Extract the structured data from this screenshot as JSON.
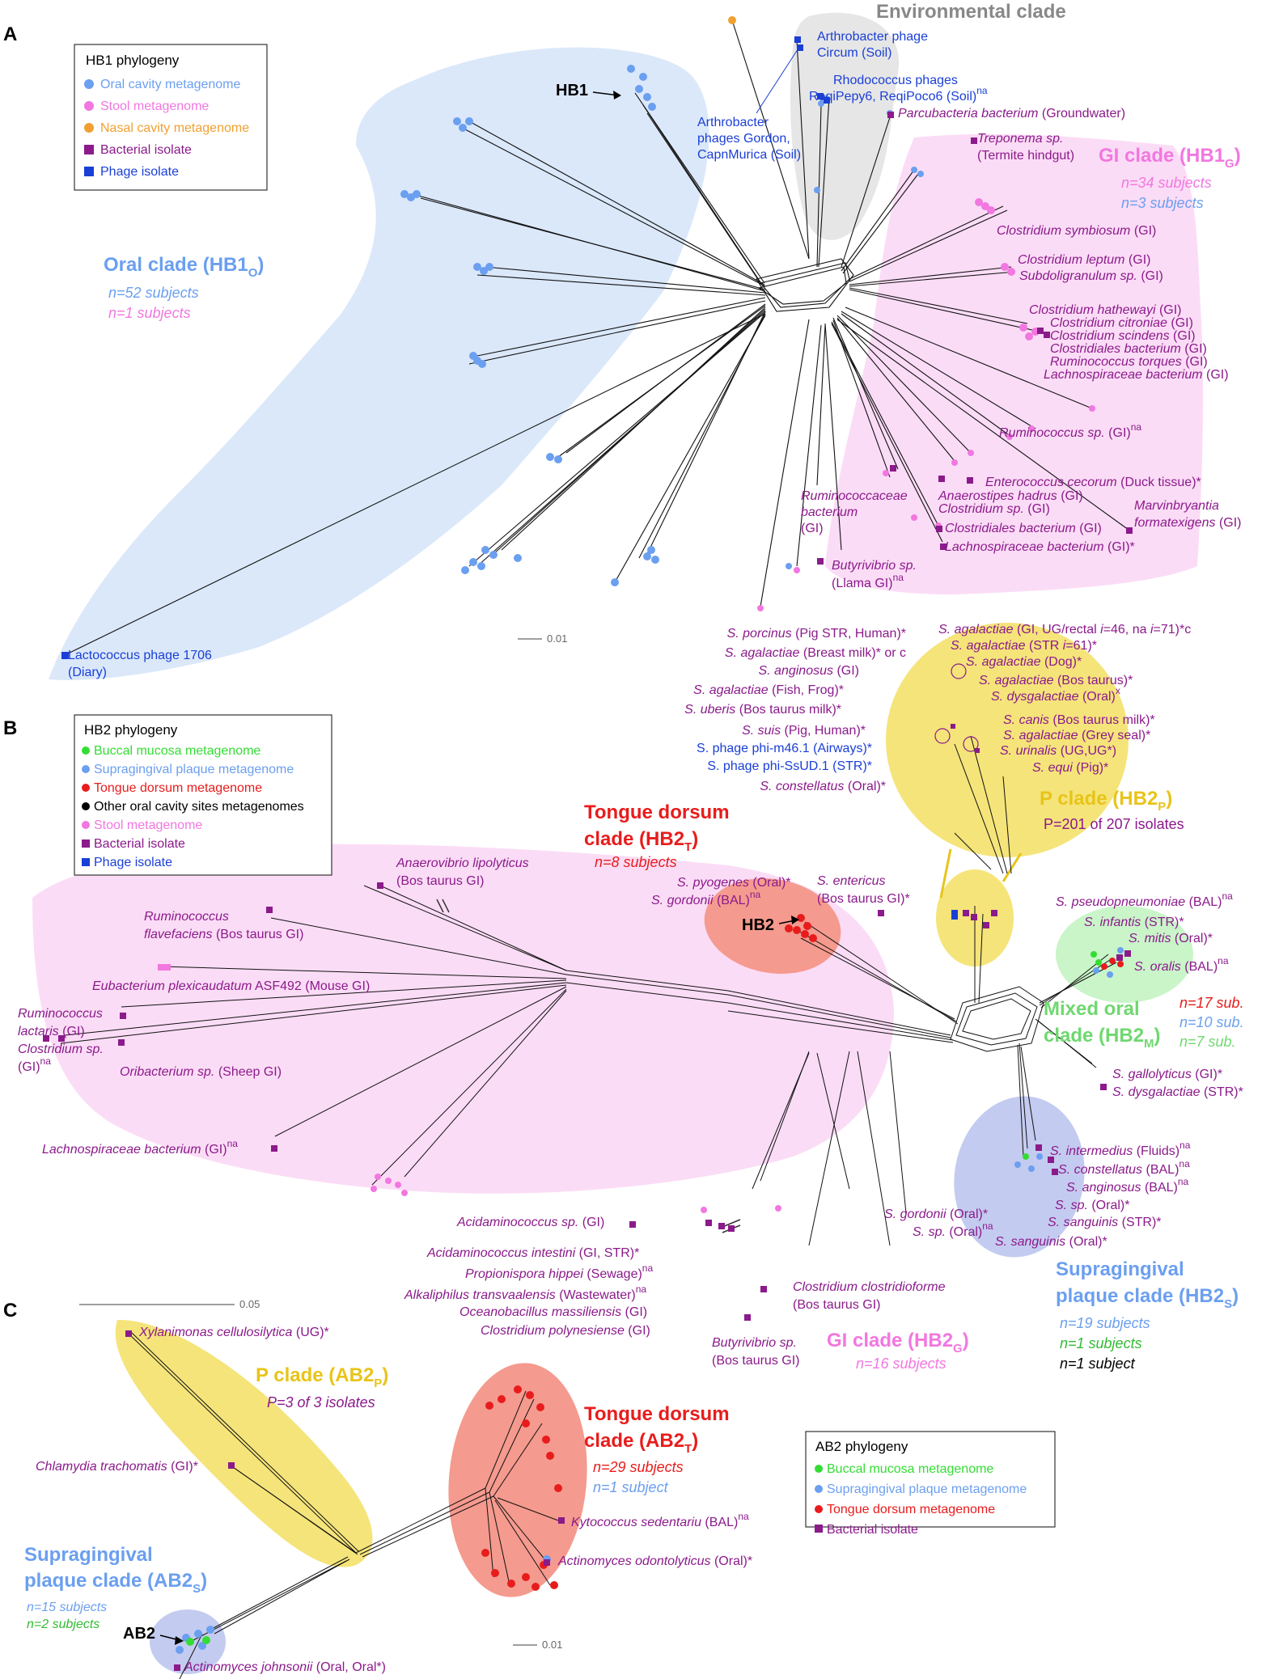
{
  "panels": {
    "A": "A",
    "B": "B",
    "C": "C"
  },
  "colors": {
    "oral": "#6b9ff0",
    "stool": "#f277e0",
    "nasal": "#f0a030",
    "isolate": "#8b1a8b",
    "phage": "#1a3fd6",
    "buccal": "#33dd33",
    "supra": "#6b9ff0",
    "tongue": "#e81c1c",
    "other": "#000000",
    "p_clade": "#e8c419"
  },
  "legend_hb1": {
    "title": "HB1 phylogeny",
    "items": [
      "Oral cavity metagenome",
      "Stool metagenome",
      "Nasal cavity metagenome",
      "Bacterial isolate",
      "Phage isolate"
    ]
  },
  "legend_hb2": {
    "title": "HB2 phylogeny",
    "items": [
      "Buccal mucosa metagenome",
      "Supragingival plaque metagenome",
      "Tongue dorsum metagenome",
      "Other oral cavity sites metagenomes",
      "Stool metagenome",
      "Bacterial isolate",
      "Phage isolate"
    ]
  },
  "legend_ab2": {
    "title": "AB2 phylogeny",
    "items": [
      "Buccal mucosa metagenome",
      "Supragingival plaque metagenome",
      "Tongue dorsum metagenome",
      "Bacterial isolate"
    ]
  },
  "hb1": {
    "marker": "HB1",
    "env_clade": "Environmental clade",
    "oral_clade": "Oral clade (HB1",
    "oral_sub": "O",
    "oral_n1": "n=52 subjects",
    "oral_n2": "n=1 subjects",
    "gi_clade": "GI clade (HB1",
    "gi_sub": "G",
    "gi_n1": "n=34 subjects",
    "gi_n2": "n=3 subjects",
    "scale": "0.01",
    "labels": {
      "arthro1_a": "Arthrobacter phage",
      "arthro1_b": "Circum (Soil)",
      "rhodo_a": "Rhodococcus phages",
      "rhodo_b": "ReqiPepy6, ReqiPoco6 (Soil)",
      "arthro2_a": "Arthrobacter",
      "arthro2_b": "phages Gordon,",
      "arthro2_c": "CapnMurica (Soil)",
      "parcu_a": "Parcubacteria bacterium",
      "parcu_b": " (Groundwater)",
      "trep_a": "Treponema sp.",
      "trep_b": "(Termite hindgut)",
      "csym_a": "Clostridium symbiosum",
      "csym_b": " (GI)",
      "clep_a": "Clostridium leptum",
      "clep_b": " (GI)",
      "subd_a": "Subdoligranulum sp.",
      "subd_b": " (GI)",
      "chat_a": "Clostridium hathewayi",
      "chat_b": " (GI)",
      "ccit_a": "Clostridium citroniae",
      "ccit_b": " (GI)",
      "csci_a": "Clostridium scindens",
      "csci_b": " (GI)",
      "cbac_a": "Clostridiales bacterium",
      "cbac_b": " (GI)",
      "rtor_a": "Ruminococcus torques",
      "rtor_b": " (GI)",
      "lach_a": "Lachnospiraceae bacterium",
      "lach_b": " (GI)",
      "rum_a": "Ruminococcus sp.",
      "rum_b": " (GI)",
      "ecec_a": "Enterococcus cecorum",
      "ecec_b": " (Duck tissue)*",
      "ahad_a": "Anaerostipes hadrus",
      "ahad_b": " (GI)",
      "csp_a": "Clostridium sp.",
      "csp_b": " (GI)",
      "mfor_a": "Marvinbryantia",
      "mfor_b": "formatexigens",
      "mfor_c": " (GI)",
      "rcb_a": "Ruminococcaceae",
      "rcb_b": "bacterium",
      "rcb_c": "(GI)",
      "cbac2_a": "Clostridiales bacterium",
      "cbac2_b": " (GI)",
      "lach2_a": "Lachnospiraceae bacterium",
      "lach2_b": " (GI)*",
      "buty_a": "Butyrivibrio sp.",
      "buty_b": "(Llama GI)",
      "lacto_a": "Lactococcus phage 1706",
      "lacto_b": "(Diary)",
      "na": "na"
    }
  },
  "hb2": {
    "marker": "HB2",
    "tongue_a": "Tongue dorsum",
    "tongue_b": "clade (HB2",
    "tongue_sub": "T",
    "tongue_n": "n=8 subjects",
    "p_clade": "P clade (HB2",
    "p_sub": "P",
    "p_n": "P=201 of 207 isolates",
    "mixed_a": "Mixed oral",
    "mixed_b": "clade (HB2",
    "mixed_sub": "M",
    "mixed_n1": "n=17 sub.",
    "mixed_n2": "n=10 sub.",
    "mixed_n3": "n=7 sub.",
    "supra_a": "Supragingival",
    "supra_b": "plaque clade (HB2",
    "supra_sub": "S",
    "supra_n1": "n=19 subjects",
    "supra_n2": "n=1 subjects",
    "supra_n3": "n=1 subject",
    "gi_clade": "GI clade (HB2",
    "gi_sub": "G",
    "gi_n": "n=16 subjects",
    "scale": "0.05",
    "labels": {
      "spor": [
        "S. porcinus",
        " (Pig STR, Human)*"
      ],
      "sag_breast": [
        "S. agalactiae",
        " (Breast milk)* or c"
      ],
      "sang_gi": [
        "S. anginosus",
        " (GI)"
      ],
      "sag_fish": [
        "S. agalactiae",
        " (Fish, Frog)*"
      ],
      "sube": [
        "S. uberis",
        " (Bos taurus milk)*"
      ],
      "ssuis": [
        "S. suis",
        " (Pig, Human)*"
      ],
      "phage46": [
        "S. phage phi-m46.1 (Airways)*"
      ],
      "phageSs": [
        "S. phage phi-SsUD.1 (STR)*"
      ],
      "scon_oral": [
        "S. constellatus",
        " (Oral)*"
      ],
      "sag_gi": [
        "S. agalactiae",
        " (GI, UG/rectal ",
        "i",
        "=46, na ",
        "i",
        "=71)*c"
      ],
      "sag_str": [
        "S. agalactiae",
        " (STR ",
        "i",
        "=61)*"
      ],
      "sag_dog": [
        "S. agalactiae",
        " (Dog)*"
      ],
      "sag_bos": [
        "S. agalactiae",
        " (Bos taurus)*"
      ],
      "sdys_oral": [
        "S. dysgalactiae",
        " (Oral)",
        "x"
      ],
      "scan": [
        "S. canis",
        " (Bos taurus milk)*"
      ],
      "sag_seal": [
        "S. agalactiae",
        " (Grey seal)*"
      ],
      "suri": [
        "S. urinalis",
        " (UG,UG*)"
      ],
      "sequi": [
        "S. equi",
        " (Pig)*"
      ],
      "spyo": [
        "S. pyogenes",
        " (Oral)*"
      ],
      "sgor_bal": [
        "S. gordonii",
        " (BAL)",
        "na"
      ],
      "sent_a": [
        "S. entericus"
      ],
      "sent_b": [
        "(Bos taurus GI)*"
      ],
      "spne": [
        "S. pseudopneumoniae",
        " (BAL)",
        "na"
      ],
      "sinf": [
        "S. infantis",
        " (STR)*"
      ],
      "smit": [
        "S. mitis",
        " (Oral)*"
      ],
      "sora": [
        "S. oralis",
        " (BAL)",
        "na"
      ],
      "sgal": [
        "S. gallolyticus",
        " (GI)*"
      ],
      "sdys_str": [
        "S. dysgalactiae",
        " (STR)*"
      ],
      "sint": [
        "S. intermedius",
        " (Fluids)",
        "na"
      ],
      "scon_bal": [
        "S. constellatus",
        " (BAL)",
        "na"
      ],
      "sang_bal": [
        "S. anginosus",
        " (BAL)",
        "na"
      ],
      "ssp_oral": [
        "S. sp.",
        " (Oral)*"
      ],
      "ssan_str": [
        "S. sanguinis",
        " (STR)*"
      ],
      "ssan_oral": [
        "S. sanguinis",
        " (Oral)*"
      ],
      "sgor_oral": [
        "S. gordonii",
        " (Oral)*"
      ],
      "ssp_oral2": [
        "S. sp.",
        " (Oral)",
        "na"
      ],
      "anae_a": [
        "Anaerovibrio lipolyticus"
      ],
      "anae_b": [
        "(Bos taurus GI)"
      ],
      "rfla_a": [
        "Ruminococcus"
      ],
      "rfla_b": [
        "flavefaciens",
        " (Bos taurus GI)"
      ],
      "eube": [
        "Eubacterium plexicaudatum",
        " ASF492 (Mouse GI)"
      ],
      "rlac_a": [
        "Ruminococcus"
      ],
      "rlac_b": [
        "lactaris",
        " (GI)"
      ],
      "clos_a": [
        "Clostridium sp.",
        ""
      ],
      "clos_b": [
        "(GI)",
        "na"
      ],
      "orib": [
        "Oribacterium sp.",
        " (Sheep GI)"
      ],
      "lach": [
        "Lachnospiraceae bacterium",
        " (GI)",
        "na"
      ],
      "acid": [
        "Acidaminococcus sp.",
        " (GI)"
      ],
      "acid_int": [
        "Acidaminococcus intestini",
        " (GI, STR)*"
      ],
      "prop": [
        "Propionispora hippei",
        " (Sewage)",
        "na"
      ],
      "alka": [
        "Alkaliphilus transvaalensis",
        " (Wastewater)",
        "na"
      ],
      "ocea": [
        "Oceanobacillus massiliensis",
        " (GI)"
      ],
      "cpol": [
        "Clostridium polynesiense",
        " (GI)"
      ],
      "cclo_a": [
        "Clostridium clostridioforme"
      ],
      "cclo_b": [
        "(Bos taurus GI)"
      ],
      "buty_a": [
        "Butyrivibrio sp."
      ],
      "buty_b": [
        "(Bos taurus GI)"
      ]
    }
  },
  "ab2": {
    "marker": "AB2",
    "p_clade": "P clade (AB2",
    "p_sub": "P",
    "p_n": "P=3 of 3 isolates",
    "tongue_a": "Tongue dorsum",
    "tongue_b": "clade (AB2",
    "tongue_sub": "T",
    "tongue_n1": "n=29 subjects",
    "tongue_n2": "n=1 subject",
    "supra_a": "Supragingival",
    "supra_b": "plaque clade (AB2",
    "supra_sub": "S",
    "supra_n1": "n=15 subjects",
    "supra_n2": "n=2 subjects",
    "scale": "0.01",
    "labels": {
      "xyl": [
        "Xylanimonas cellulosilytica",
        " (UG)*"
      ],
      "chla": [
        "Chlamydia trachomatis",
        " (GI)*"
      ],
      "kyto": [
        "Kytococcus sedentariu",
        " (BAL)",
        "na"
      ],
      "acti": [
        "Actinomyces odontolyticus",
        " (Oral)*"
      ],
      "ajoh": [
        "Actinomyces johnsonii",
        " (Oral, Oral*)"
      ]
    }
  },
  "close_paren": ")"
}
